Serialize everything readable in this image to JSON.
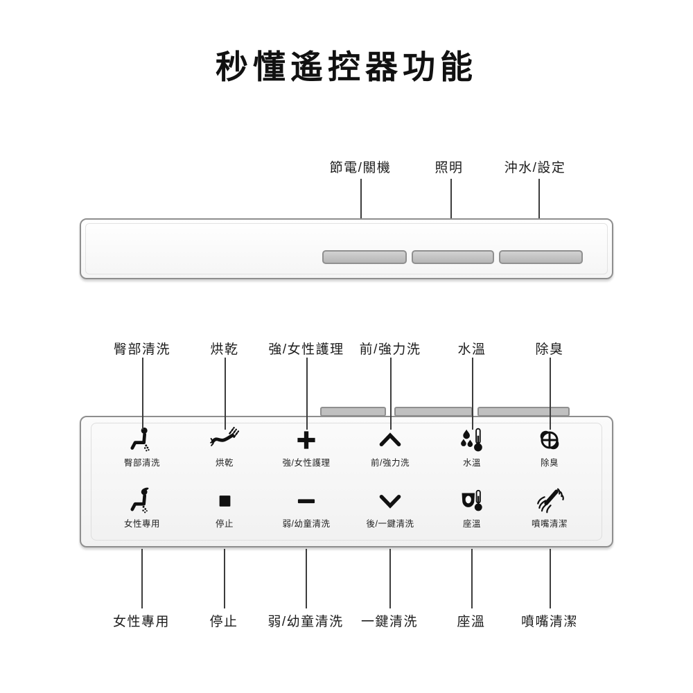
{
  "title": "秒懂遙控器功能",
  "top_bar": {
    "callouts": [
      {
        "label": "節電/關機",
        "target": "power-save-button"
      },
      {
        "label": "照明",
        "target": "light-button"
      },
      {
        "label": "沖水/設定",
        "target": "flush-settings-button"
      }
    ]
  },
  "panel": {
    "top_callouts": [
      "臀部清洗",
      "烘乾",
      "強/女性護理",
      "前/強力洗",
      "水溫",
      "除臭"
    ],
    "bottom_callouts": [
      "女性專用",
      "停止",
      "弱/幼童清洗",
      "一鍵清洗",
      "座溫",
      "噴嘴清潔"
    ],
    "row1": [
      {
        "label": "臀部清洗",
        "icon": "rear-wash-icon"
      },
      {
        "label": "烘乾",
        "icon": "dry-icon"
      },
      {
        "label": "強/女性護理",
        "icon": "plus-icon"
      },
      {
        "label": "前/強力洗",
        "icon": "chevron-up-icon"
      },
      {
        "label": "水溫",
        "icon": "water-temp-icon"
      },
      {
        "label": "除臭",
        "icon": "fan-icon"
      }
    ],
    "row2": [
      {
        "label": "女性專用",
        "icon": "feminine-wash-icon"
      },
      {
        "label": "停止",
        "icon": "stop-icon"
      },
      {
        "label": "弱/幼童清洗",
        "icon": "minus-icon"
      },
      {
        "label": "後/一鍵清洗",
        "icon": "chevron-down-icon"
      },
      {
        "label": "座溫",
        "icon": "seat-temp-icon"
      },
      {
        "label": "噴嘴清潔",
        "icon": "nozzle-clean-icon"
      }
    ]
  },
  "colors": {
    "text": "#1a1a1a",
    "leader_line": "#3c3c3c",
    "button_fill": "#c2c2c2",
    "border": "#8e8e8e",
    "panel_bg": "#f7f7f7"
  }
}
